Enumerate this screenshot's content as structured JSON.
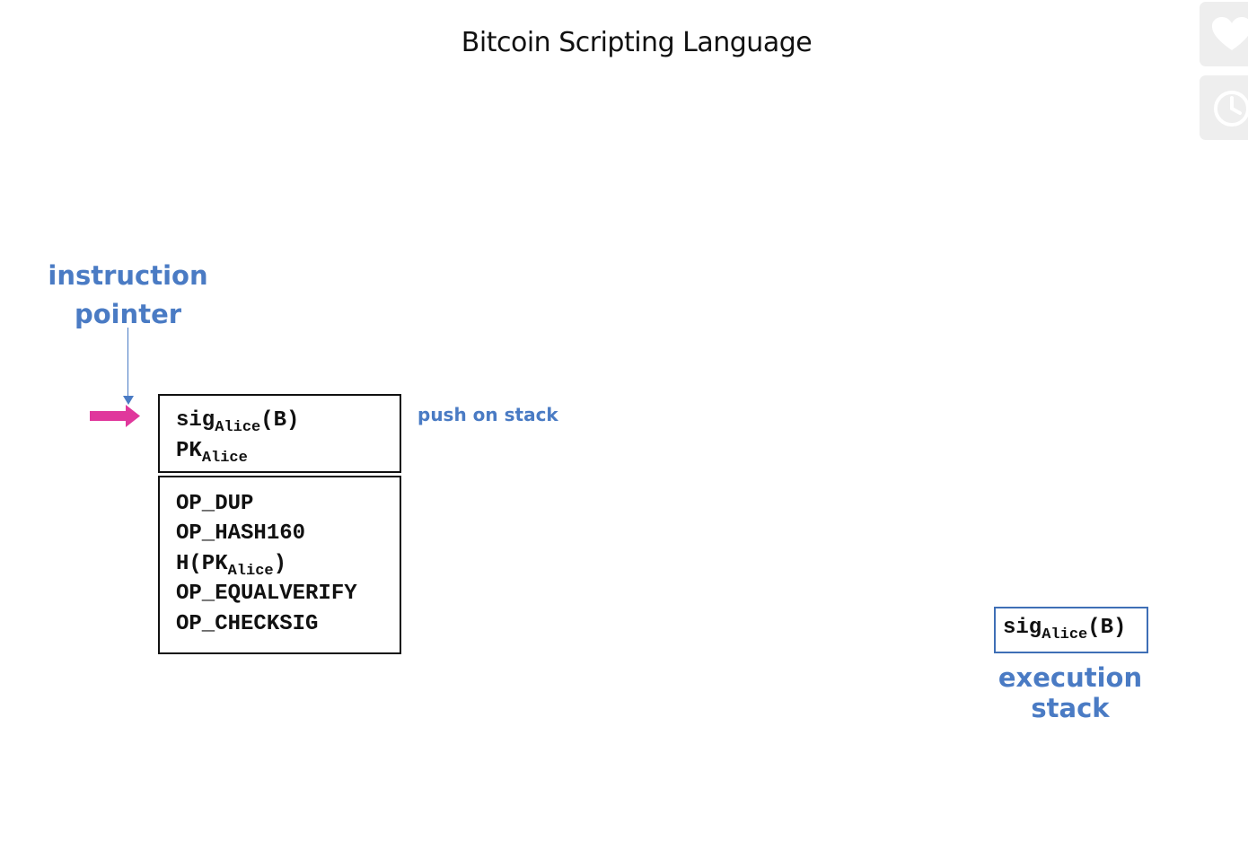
{
  "title": "Bitcoin Scripting Language",
  "instruction_pointer": {
    "label_line1": "instruction",
    "label_line2": "pointer"
  },
  "script_sig": {
    "line1": {
      "main": "sig",
      "sub": "Alice",
      "rest": "(B)"
    },
    "line2": {
      "main": "PK",
      "sub": "Alice"
    }
  },
  "script_pubkey": {
    "op1": "OP_DUP",
    "op2": "OP_HASH160",
    "op3": {
      "main": "H(PK",
      "sub": "Alice",
      "rest": ")"
    },
    "op4": "OP_EQUALVERIFY",
    "op5": "OP_CHECKSIG"
  },
  "action_label": "push on stack",
  "execution_stack": {
    "label": "execution stack",
    "items": [
      {
        "main": "sig",
        "sub": "Alice",
        "rest": "(B)"
      }
    ]
  },
  "side_buttons": {
    "favorite_icon": "heart-icon",
    "history_icon": "clock-icon"
  },
  "colors": {
    "label_blue": "#4a7bc4",
    "pointer_pink": "#e0389c",
    "stack_border": "#3f6fb6"
  }
}
